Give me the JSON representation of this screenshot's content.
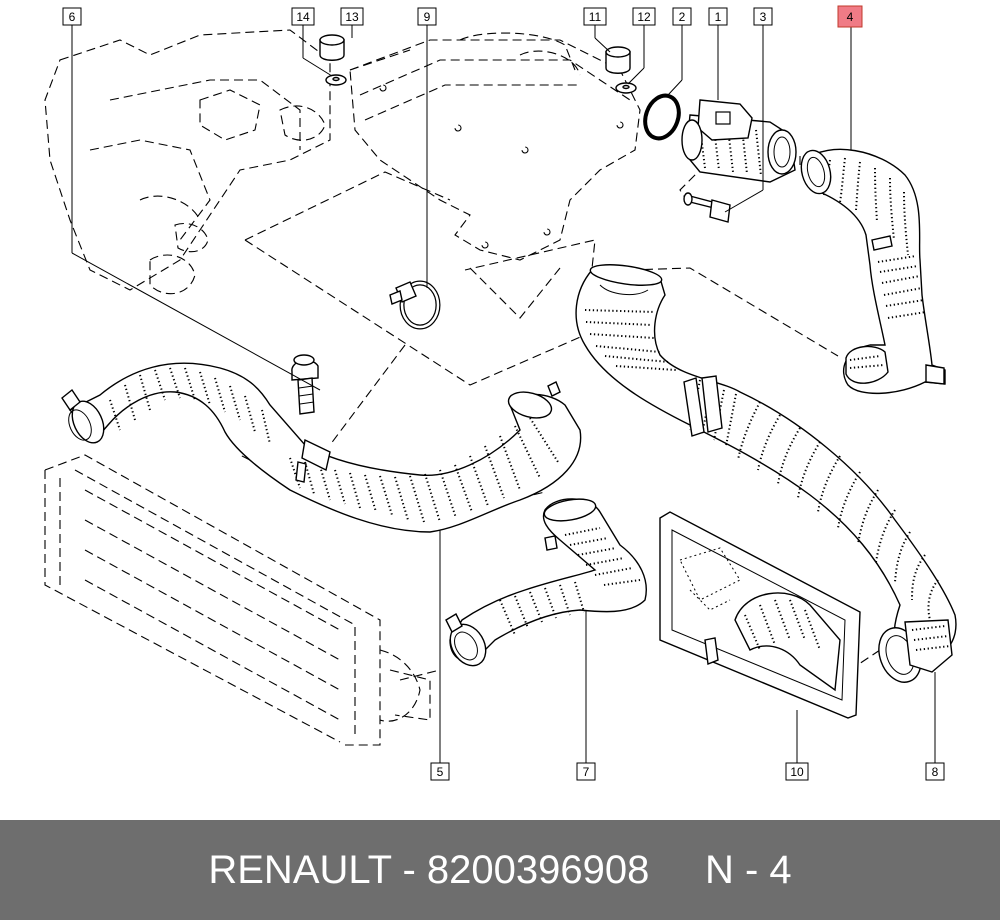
{
  "callouts": [
    {
      "id": "c1",
      "label": "1"
    },
    {
      "id": "c2",
      "label": "2"
    },
    {
      "id": "c3",
      "label": "3"
    },
    {
      "id": "c4",
      "label": "4",
      "highlight": true
    },
    {
      "id": "c5",
      "label": "5"
    },
    {
      "id": "c6",
      "label": "6"
    },
    {
      "id": "c7",
      "label": "7"
    },
    {
      "id": "c8",
      "label": "8"
    },
    {
      "id": "c9",
      "label": "9"
    },
    {
      "id": "c10",
      "label": "10"
    },
    {
      "id": "c11",
      "label": "11"
    },
    {
      "id": "c12",
      "label": "12"
    },
    {
      "id": "c13",
      "label": "13"
    },
    {
      "id": "c14",
      "label": "14"
    }
  ],
  "footer": {
    "text": "RENAULT - 8200396908     N - 4"
  },
  "colors": {
    "highlight": "#f07b86",
    "footer_bg": "#6e6e6e",
    "footer_text": "#ffffff"
  }
}
